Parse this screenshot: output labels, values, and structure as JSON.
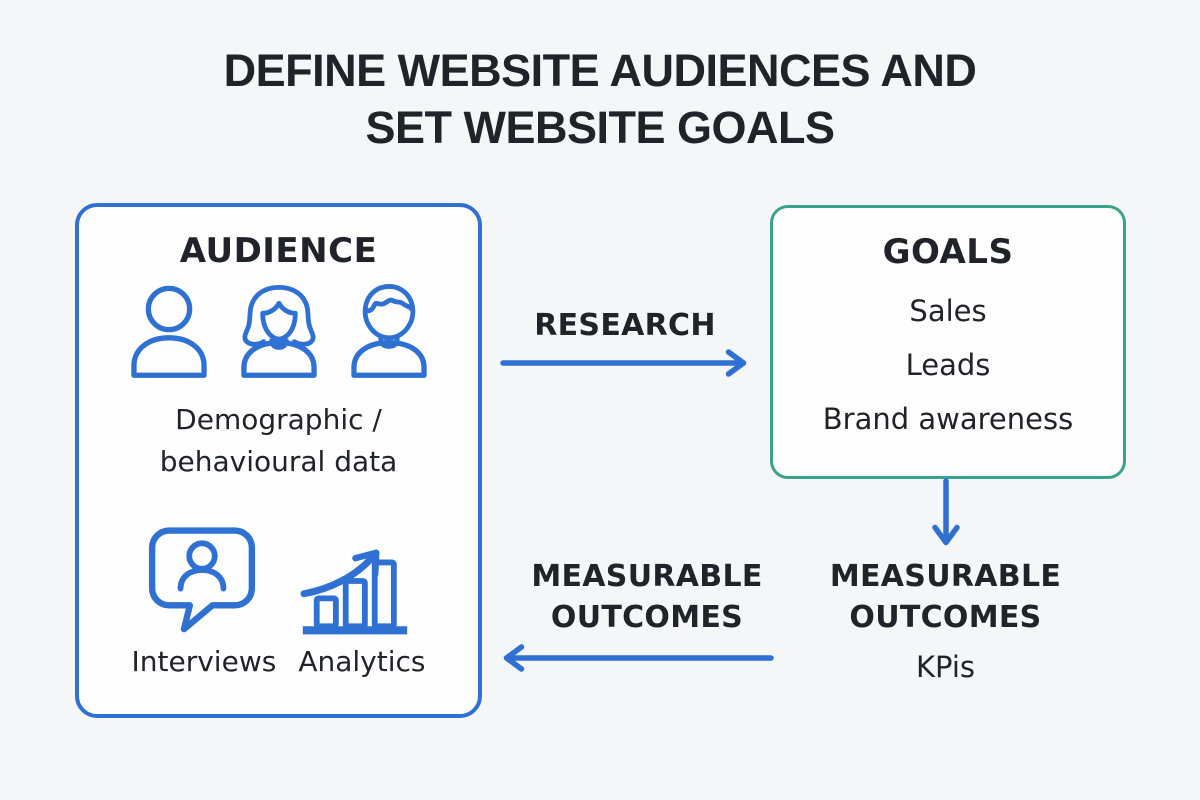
{
  "page": {
    "background_color": "#f5f6f7",
    "title_line1": "DEFINE WEBSITE AUDIENCES AND",
    "title_line2": "SET WEBSITE GOALS"
  },
  "colors": {
    "blue": "#2e71d3",
    "teal": "#3aa18d",
    "text": "#20242a",
    "box_background": "#fefefe"
  },
  "audience_box": {
    "title": "AUDIENCE",
    "people_icons": [
      "person-icon",
      "woman-icon",
      "man-icon"
    ],
    "description_line1": "Demographic /",
    "description_line2": "behavioural data",
    "methods": [
      {
        "icon": "interviews-speech-bubble-icon",
        "label": "Interviews"
      },
      {
        "icon": "analytics-growth-chart-icon",
        "label": "Analytics"
      }
    ]
  },
  "goals_box": {
    "title": "GOALS",
    "items": [
      "Sales",
      "Leads",
      "Brand awareness"
    ]
  },
  "connectors": {
    "research_label": "RESEARCH",
    "left_outcomes_line1": "MEASURABLE",
    "left_outcomes_line2": "OUTCOMES",
    "right_outcomes_line1": "MEASURABLE",
    "right_outcomes_line2": "OUTCOMES",
    "kpis_label": "KPis"
  }
}
